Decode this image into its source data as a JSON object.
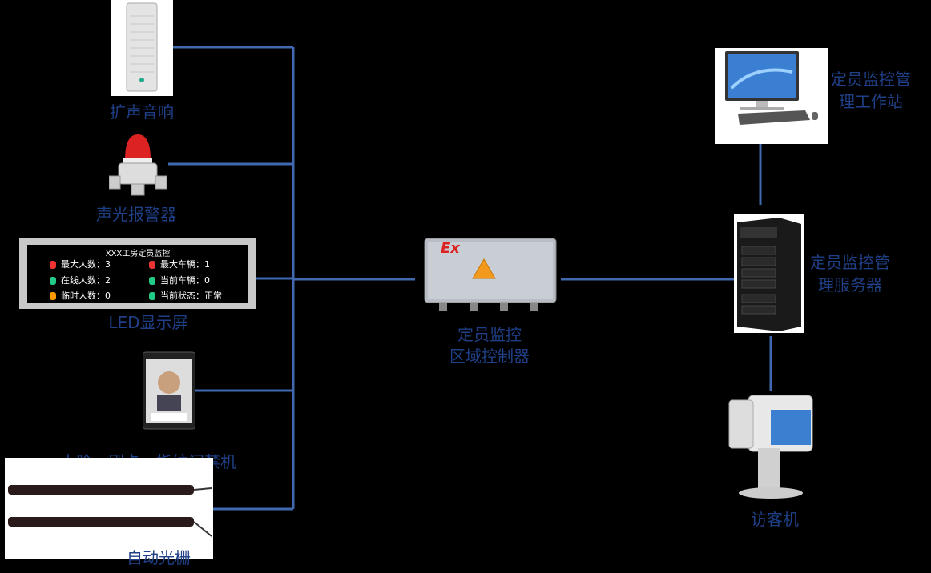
{
  "devices": {
    "speaker": {
      "label": "扩声音响"
    },
    "alarm": {
      "label": "声光报警器"
    },
    "led": {
      "label": "LED显示屏",
      "screen_title": "XXX工房定员监控",
      "rows": [
        {
          "text": "最大人数：3",
          "color": "#e33"
        },
        {
          "text": "在线人数：2",
          "color": "#2c8"
        },
        {
          "text": "临时人数：0",
          "color": "#f90"
        },
        {
          "text": "最大车辆：1",
          "color": "#e33"
        },
        {
          "text": "当前车辆：0",
          "color": "#2c8"
        },
        {
          "text": "当前状态：正常",
          "color": "#2c8"
        }
      ]
    },
    "face_terminal": {
      "label": "人脸、刷卡、指纹门禁机"
    },
    "light_curtain": {
      "label": "自动光栅"
    },
    "controller": {
      "label_line1": "定员监控",
      "label_line2": "区域控制器",
      "badge": "Ex"
    },
    "workstation": {
      "label_line1": "定员监控管",
      "label_line2": "理工作站"
    },
    "server": {
      "label_line1": "定员监控管",
      "label_line2": "理服务器"
    },
    "visitor": {
      "label": "访客机"
    }
  },
  "colors": {
    "line": "#4169b0",
    "label": "#1f3f86"
  }
}
